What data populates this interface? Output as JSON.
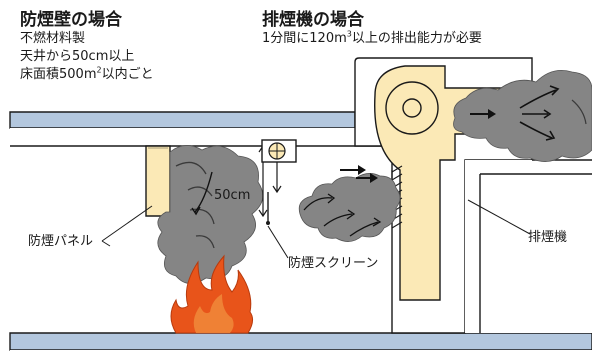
{
  "left": {
    "title": "防煙壁の場合",
    "line1": "不燃材料製",
    "line2": "天井から50cm以上",
    "line3_a": "床面積500m",
    "line3_sup": "2",
    "line3_b": "以内ごと"
  },
  "right": {
    "title": "排煙機の場合",
    "line1_a": "1分間に120m",
    "line1_sup": "3",
    "line1_b": "以上の排出能力が必要"
  },
  "labels": {
    "dimension": "50cm",
    "panel": "防煙パネル",
    "screen": "防煙スクリーン",
    "exhaust": "排煙機"
  },
  "colors": {
    "wall_blue": "#b3c7de",
    "smoke": "#7f7f7f",
    "panel_yellow": "#fbe9b6",
    "fire_orange": "#e8541a"
  }
}
